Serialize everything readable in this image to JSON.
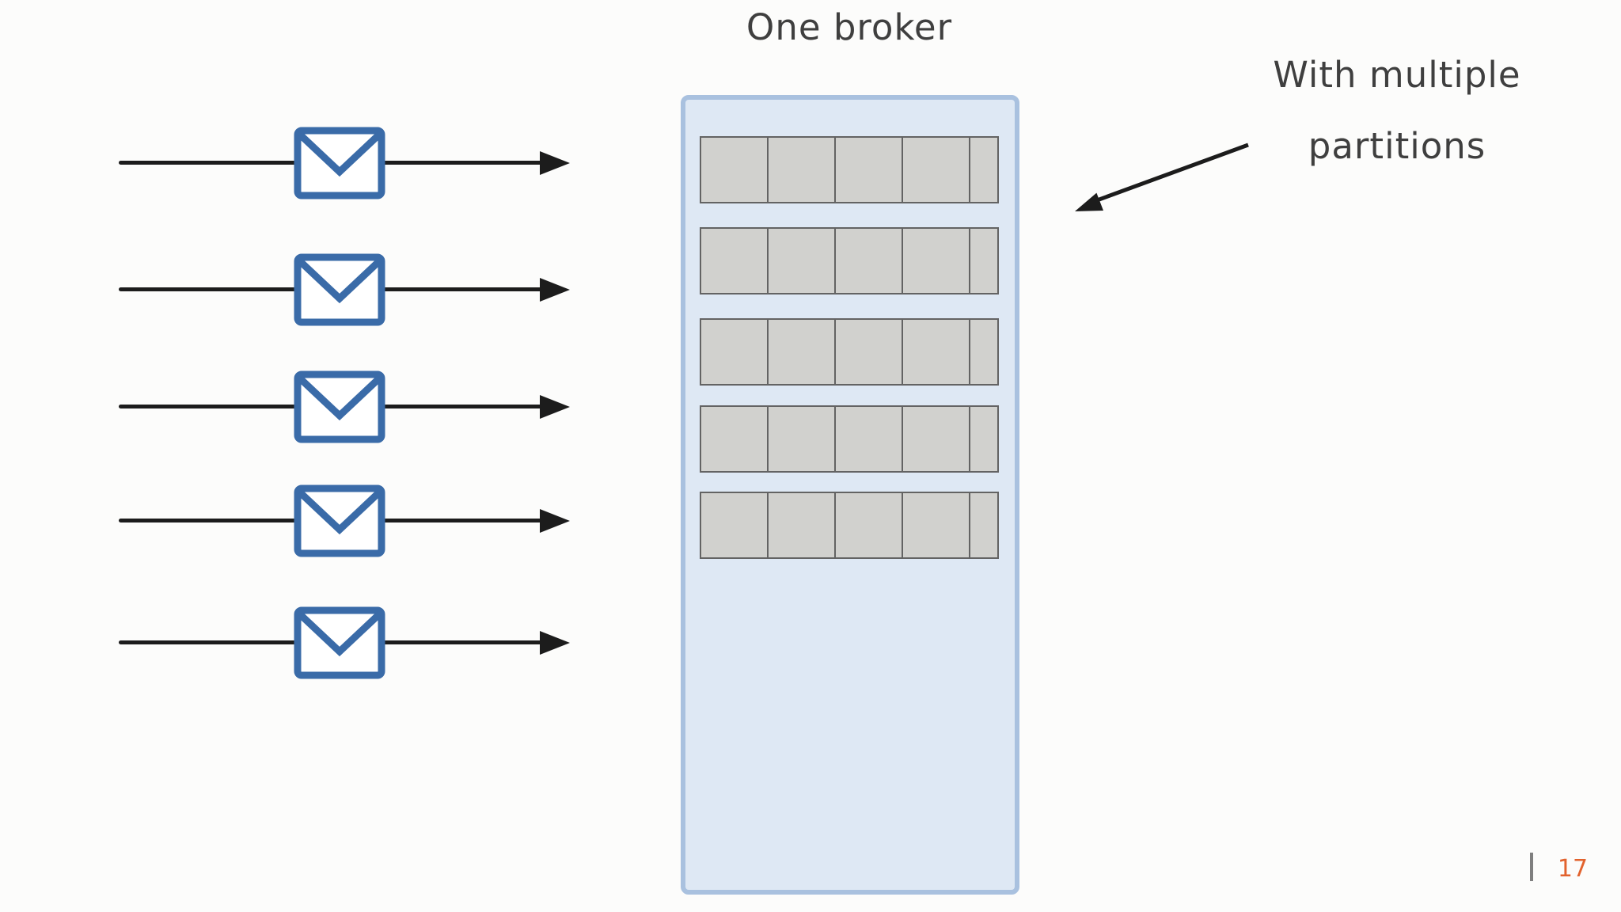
{
  "slide": {
    "title": "One broker",
    "page_number": "17",
    "background": "#fcfcfb"
  },
  "annotation": {
    "line1": "With multiple",
    "line2": "partitions"
  },
  "producers": {
    "messages": [
      {
        "icon": "envelope-icon"
      },
      {
        "icon": "envelope-icon"
      },
      {
        "icon": "envelope-icon"
      },
      {
        "icon": "envelope-icon"
      },
      {
        "icon": "envelope-icon"
      }
    ]
  },
  "broker": {
    "partition_rows": [
      {
        "cells": 5
      },
      {
        "cells": 5
      },
      {
        "cells": 5
      },
      {
        "cells": 5
      },
      {
        "cells": 5
      }
    ]
  },
  "colors": {
    "envelope_blue": "#3a6ba8",
    "broker_border": "#a9c1df",
    "broker_fill": "#dee8f4",
    "cell_fill": "#d1d1ce",
    "cell_border": "#636363",
    "ink": "#1c1c1c",
    "text": "#3f3f3f",
    "page_number_orange": "#e2622d",
    "divider_gray": "#7f7f7f"
  }
}
